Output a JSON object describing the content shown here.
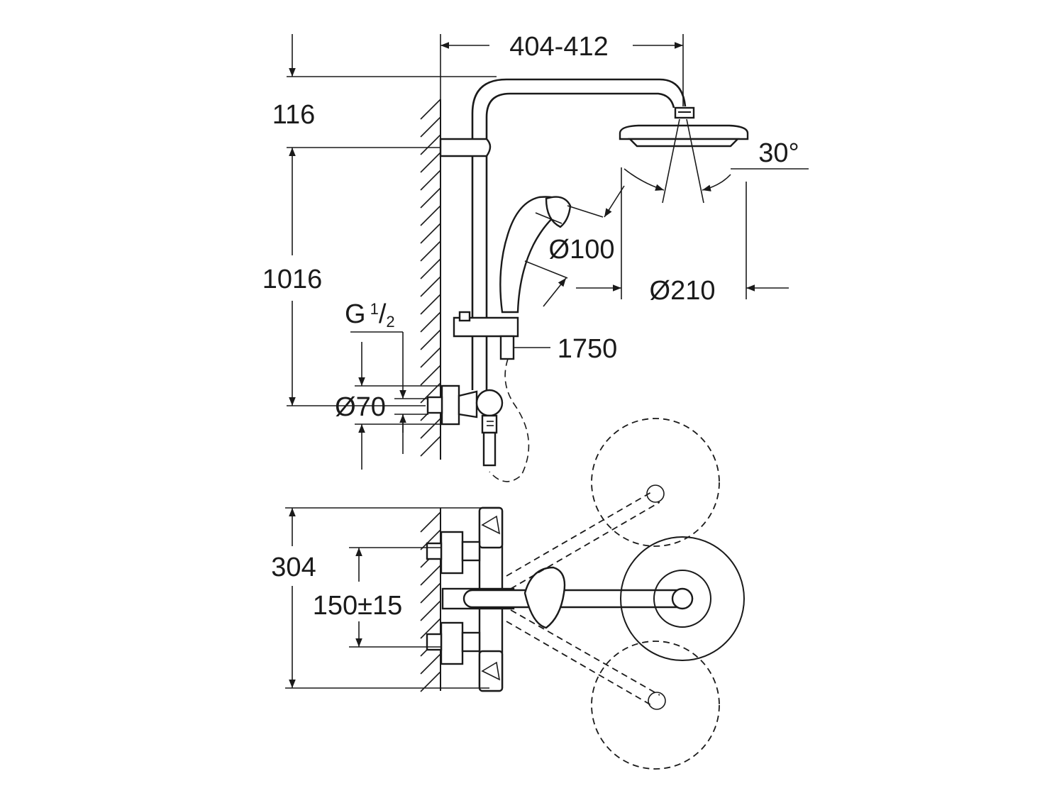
{
  "labels": {
    "reach": "404-412",
    "arm_height": "116",
    "rail_height": "1016",
    "thread_g": "G",
    "thread_num": "1",
    "thread_den": "2",
    "flange_dia": "Ø70",
    "hand_shower_dia": "Ø100",
    "head_shower_dia": "Ø210",
    "hose_length": "1750",
    "tilt_angle": "30°",
    "projection": "304",
    "inlet_spacing": "150±15"
  }
}
